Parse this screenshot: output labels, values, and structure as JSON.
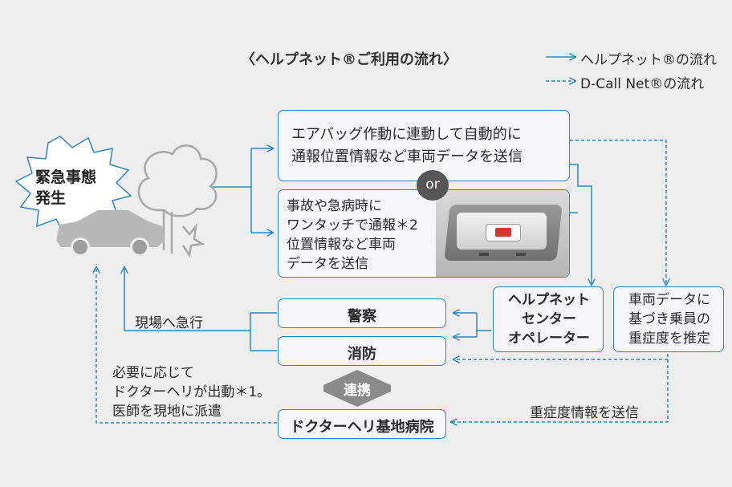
{
  "title": "〈ヘルプネット®ご利用の流れ〉",
  "legend": {
    "solid": "ヘルプネット®の流れ",
    "dashed": "D-Call Net®の流れ"
  },
  "emergency": {
    "label": "緊急事態\n発生"
  },
  "auto_box": {
    "text": "エアバッグ作動に連動して自動的に\n通報位置情報など車両データを送信"
  },
  "or_label": "or",
  "manual_box": {
    "text": "事故や急病時に\nワンタッチで通報＊2\n位置情報など車両\nデータを送信"
  },
  "center_box": {
    "text": "ヘルプネット\nセンター\nオペレーター"
  },
  "estimate_box": {
    "text": "車両データに\n基づき乗員の\n重症度を推定"
  },
  "police": "警察",
  "fire": "消防",
  "rush_label": "現場へ急行",
  "coop_label": "連携",
  "heli_box": "ドクターヘリ基地病院",
  "heli_note": "必要に応じて\nドクターヘリが出動＊1。\n医師を現地に派遣",
  "severity_label": "重症度情報を送信",
  "colors": {
    "accent": "#2e86c1",
    "burst": "#ffffff",
    "car": "#b8b8b8",
    "arrow_badge": "#8a8a8a"
  }
}
